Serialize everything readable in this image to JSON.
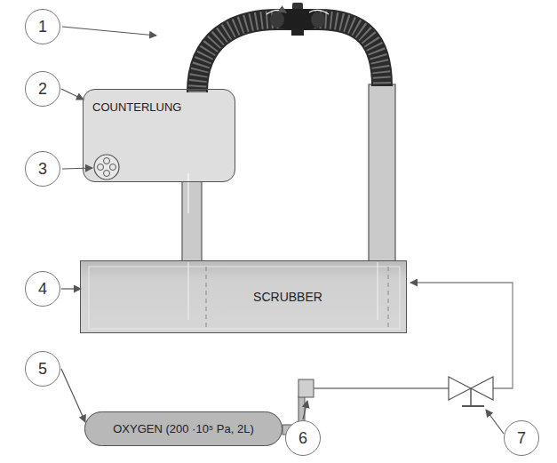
{
  "diagram": {
    "nodes": [
      {
        "text": [
          "1"
        ]
      },
      {
        "text": [
          "2"
        ]
      },
      {
        "text": [
          "COUNTERLUNG"
        ]
      },
      {
        "text": [
          "3"
        ]
      },
      {
        "text": [
          "4"
        ]
      },
      {
        "text": [
          "SCRUBBER"
        ]
      },
      {
        "text": [
          "5"
        ]
      },
      {
        "text": [
          "OXYGEN (200 ·10⁵ Pa, 2L)"
        ]
      },
      {
        "text": [
          "6"
        ]
      },
      {
        "text": [
          "7"
        ]
      }
    ],
    "edges": [
      {
        "from": 1,
        "to": 2,
        "arrow": "to"
      },
      {
        "from": 4,
        "to": 5,
        "arrow": "to"
      },
      {
        "from": 6,
        "to": 7,
        "arrow": "to"
      }
    ]
  }
}
